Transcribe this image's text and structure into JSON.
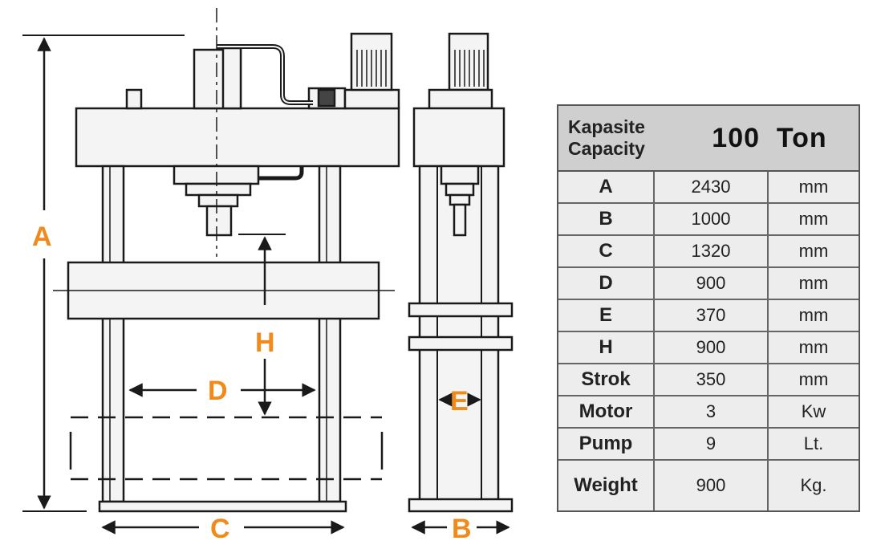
{
  "dimensions": {
    "A": "A",
    "B": "B",
    "C": "C",
    "D": "D",
    "E": "E",
    "H": "H"
  },
  "capacity": {
    "label_tr": "Kapasite",
    "label_en": "Capacity",
    "value": "100  Ton"
  },
  "specs": [
    {
      "param": "A",
      "value": "2430",
      "unit": "mm"
    },
    {
      "param": "B",
      "value": "1000",
      "unit": "mm"
    },
    {
      "param": "C",
      "value": "1320",
      "unit": "mm"
    },
    {
      "param": "D",
      "value": "900",
      "unit": "mm"
    },
    {
      "param": "E",
      "value": "370",
      "unit": "mm"
    },
    {
      "param": "H",
      "value": "900",
      "unit": "mm"
    },
    {
      "param": "Strok",
      "value": "350",
      "unit": "mm"
    },
    {
      "param": "Motor",
      "value": "3",
      "unit": "Kw"
    },
    {
      "param": "Pump",
      "value": "9",
      "unit": "Lt."
    },
    {
      "param": "Weight",
      "value": "900",
      "unit": "Kg."
    }
  ],
  "colors": {
    "dimension_letters": "#f08a1a",
    "line": "#1a1a1a",
    "fill": "#f4f4f4"
  }
}
